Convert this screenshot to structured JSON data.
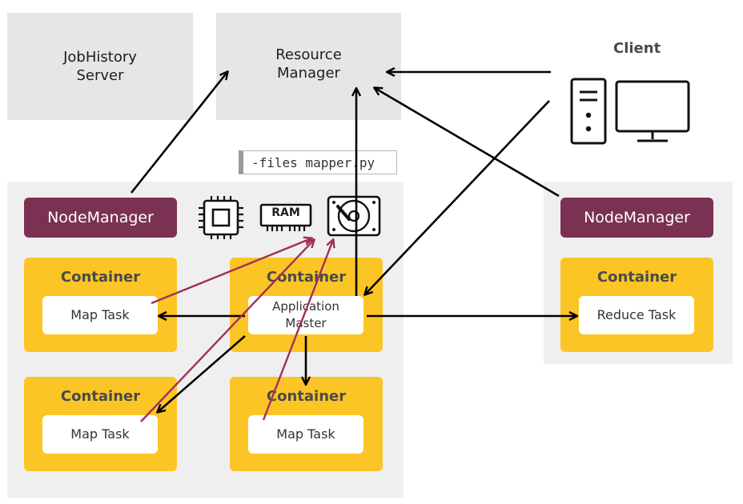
{
  "job_history_server": {
    "label": "JobHistory\nServer"
  },
  "resource_manager": {
    "label": "Resource\nManager"
  },
  "client": {
    "label": "Client"
  },
  "files_arg": {
    "label": "-files mapper.py"
  },
  "node_left": {
    "manager_label": "NodeManager",
    "resources": [
      "cpu-icon",
      "ram-icon",
      "hard-disk-icon"
    ],
    "ram_text": "RAM",
    "containers": [
      {
        "title": "Container",
        "task": "Map Task"
      },
      {
        "title": "Container",
        "task": "Application\nMaster"
      },
      {
        "title": "Container",
        "task": "Map Task"
      },
      {
        "title": "Container",
        "task": "Map Task"
      }
    ]
  },
  "node_right": {
    "manager_label": "NodeManager",
    "containers": [
      {
        "title": "Container",
        "task": "Reduce Task"
      }
    ]
  },
  "colors": {
    "server_bg": "#e6e6e6",
    "node_bg": "#efefef",
    "node_manager": "#7a3152",
    "container": "#fcc526",
    "control_arrow": "#000000",
    "data_arrow": "#a0305a"
  }
}
